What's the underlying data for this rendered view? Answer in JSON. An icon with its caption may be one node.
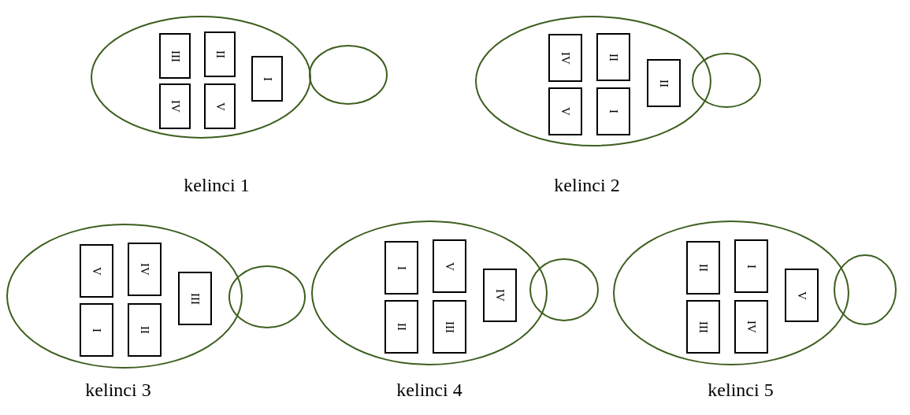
{
  "diagram": {
    "nodes": [
      {
        "text": [],
        "shape": "ellipse"
      },
      {
        "text": [
          "III"
        ],
        "in": 0
      },
      {
        "text": [
          "II"
        ],
        "in": 0
      },
      {
        "text": [
          "IV"
        ],
        "in": 0
      },
      {
        "text": [
          "V"
        ],
        "in": 0
      },
      {
        "text": [
          "I"
        ],
        "in": 0
      },
      {
        "text": [],
        "shape": "ellipse"
      },
      {
        "text": [],
        "shape": "ellipse"
      },
      {
        "text": [
          "IV"
        ],
        "in": 7
      },
      {
        "text": [
          "II"
        ],
        "in": 7
      },
      {
        "text": [
          "V"
        ],
        "in": 7
      },
      {
        "text": [
          "I"
        ],
        "in": 7
      },
      {
        "text": [
          "II"
        ],
        "in": 7
      },
      {
        "text": [],
        "shape": "ellipse"
      },
      {
        "text": [],
        "shape": "ellipse"
      },
      {
        "text": [
          "V"
        ],
        "in": 14
      },
      {
        "text": [
          "IV"
        ],
        "in": 14
      },
      {
        "text": [
          "I"
        ],
        "in": 14
      },
      {
        "text": [
          "II"
        ],
        "in": 14
      },
      {
        "text": [
          "III"
        ],
        "in": 14
      },
      {
        "text": [],
        "shape": "ellipse"
      },
      {
        "text": [],
        "shape": "ellipse"
      },
      {
        "text": [
          "I"
        ],
        "in": 21
      },
      {
        "text": [
          "V"
        ],
        "in": 21
      },
      {
        "text": [
          "II"
        ],
        "in": 21
      },
      {
        "text": [
          "III"
        ],
        "in": 21
      },
      {
        "text": [
          "IV"
        ],
        "in": 21
      },
      {
        "text": [],
        "shape": "ellipse"
      },
      {
        "text": [],
        "shape": "ellipse"
      },
      {
        "text": [
          "II"
        ],
        "in": 28
      },
      {
        "text": [
          "I"
        ],
        "in": 28
      },
      {
        "text": [
          "III"
        ],
        "in": 28
      },
      {
        "text": [
          "IV"
        ],
        "in": 28
      },
      {
        "text": [
          "V"
        ],
        "in": 28
      },
      {
        "text": [],
        "shape": "ellipse"
      }
    ],
    "labels": [
      "kelinci 1",
      "kelinci 2",
      "kelinci 3",
      "kelinci 4",
      "kelinci 5"
    ]
  }
}
